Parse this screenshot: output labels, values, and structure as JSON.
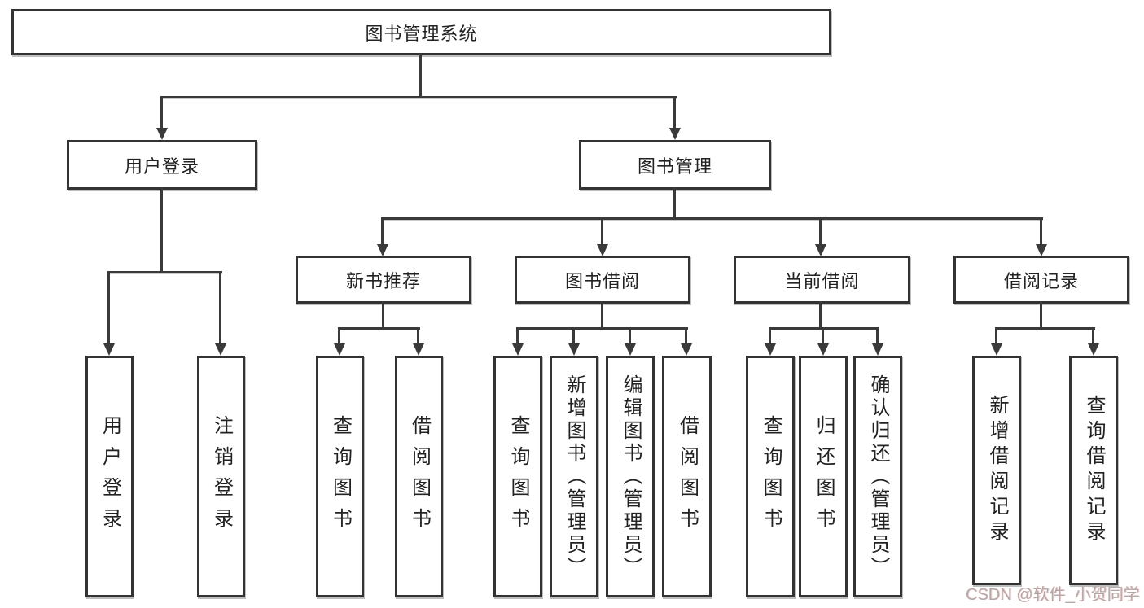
{
  "diagram_title": "图书管理系统",
  "nodes": {
    "root": "图书管理系统",
    "user_login": "用户登录",
    "book_mgmt": "图书管理",
    "new_book_rec": "新书推荐",
    "book_borrow": "图书借阅",
    "current_borrow": "当前借阅",
    "borrow_record": "借阅记录"
  },
  "leaves": {
    "user_login_leaf": "用户登录",
    "logout": "注销登录",
    "nb_query": "查询图书",
    "nb_borrow": "借阅图书",
    "bb_query": "查询图书",
    "bb_add": "新增图书（管理员）",
    "bb_edit": "编辑图书（管理员）",
    "bb_borrow": "借阅图书",
    "cb_query": "查询图书",
    "cb_return": "归还图书",
    "cb_confirm": "确认归还（管理员）",
    "br_add": "新增借阅记录",
    "br_query": "查询借阅记录"
  },
  "watermark": "CSDN @软件_小贺同学",
  "colors": {
    "line": "#3a3a3a",
    "border": "#333333",
    "text": "#222222",
    "watermark": "#b7a6a6"
  }
}
